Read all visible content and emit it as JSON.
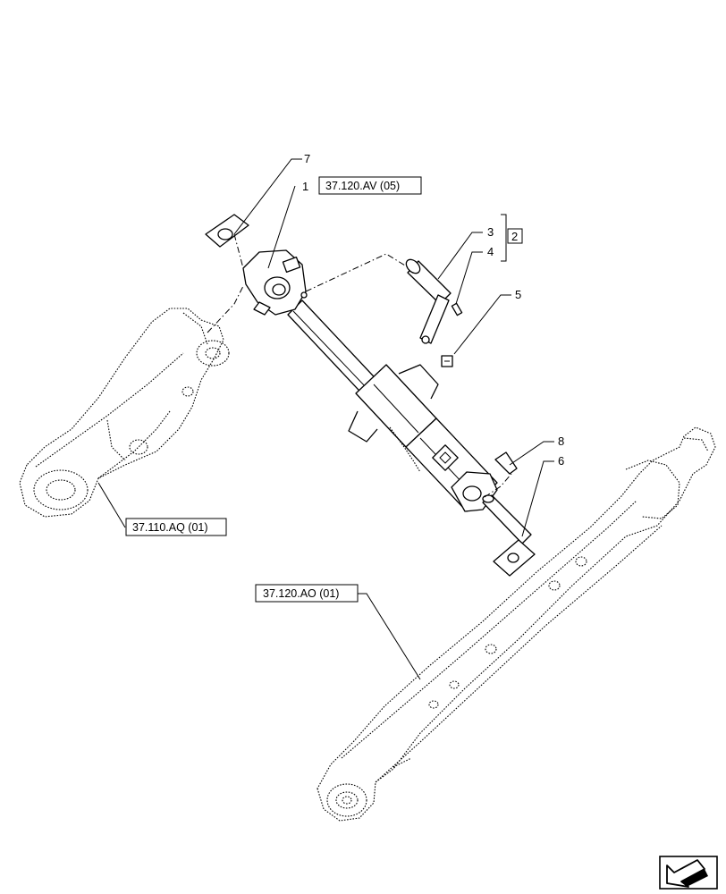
{
  "callouts": {
    "c1": "1",
    "c2": "2",
    "c3": "3",
    "c4": "4",
    "c5": "5",
    "c6": "6",
    "c7": "7",
    "c8": "8"
  },
  "references": {
    "top_link_ref": "37.120.AV (05)",
    "support_ref": "37.110.AQ (01)",
    "lower_link_ref": "37.120.AO (01)"
  },
  "nav": {
    "icon": "arrow-down-left-icon"
  }
}
